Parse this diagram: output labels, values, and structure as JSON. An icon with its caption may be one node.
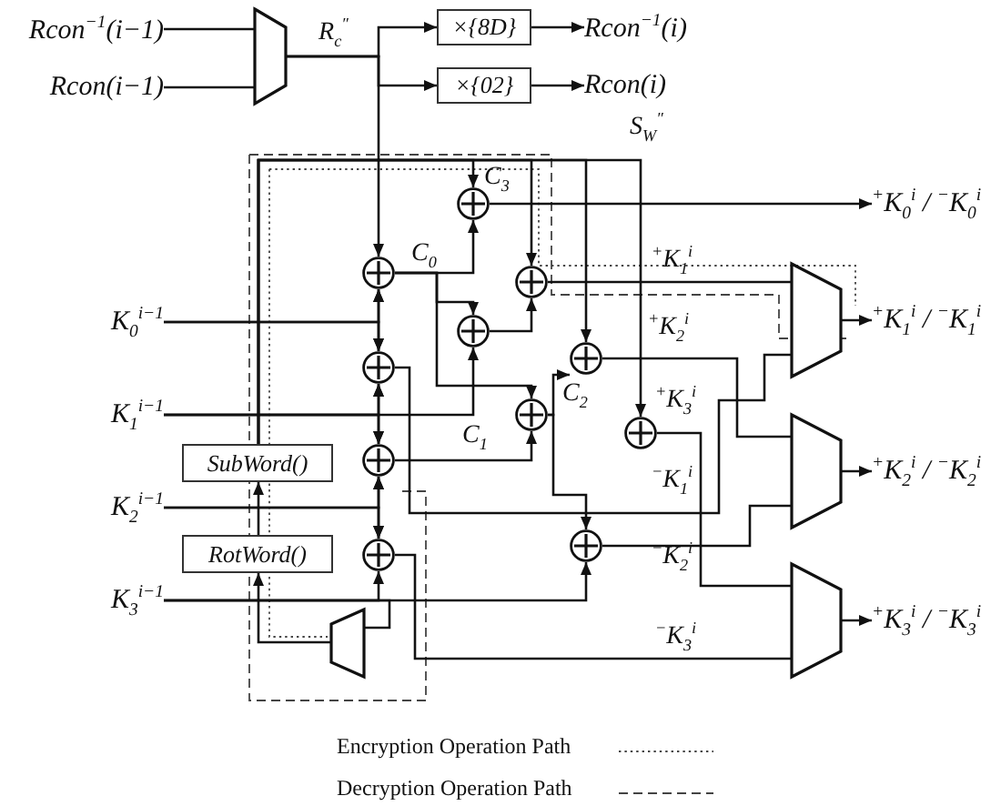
{
  "diagram": {
    "nodes": [
      {
        "text": [
          "Rcon$^{−1}$(i−1)"
        ]
      },
      {
        "text": [
          "Rcon(i−1)"
        ]
      },
      {
        "text": [],
        "shape": "trapezoid"
      },
      {
        "text": [
          "×{8D}"
        ]
      },
      {
        "text": [
          "×{02}"
        ]
      },
      {
        "text": [
          "Rcon$^{−1}$(i)"
        ]
      },
      {
        "text": [
          "Rcon(i)"
        ]
      },
      {
        "text": [],
        "shape": "circle"
      },
      {
        "text": [],
        "shape": "circle"
      },
      {
        "text": [],
        "shape": "circle"
      },
      {
        "text": [],
        "shape": "circle"
      },
      {
        "text": [],
        "shape": "circle"
      },
      {
        "text": [],
        "shape": "circle"
      },
      {
        "text": [],
        "shape": "circle"
      },
      {
        "text": [],
        "shape": "circle"
      },
      {
        "text": [],
        "shape": "circle"
      },
      {
        "text": [],
        "shape": "circle"
      },
      {
        "text": [],
        "shape": "circle"
      },
      {
        "text": [
          "K$_{0}$$^{i−1}$"
        ]
      },
      {
        "text": [
          "K$_{1}$$^{i−1}$"
        ]
      },
      {
        "text": [
          "K$_{2}$$^{i−1}$"
        ]
      },
      {
        "text": [
          "K$_{3}$$^{i−1}$"
        ]
      },
      {
        "text": [
          "SubWord()"
        ]
      },
      {
        "text": [
          "RotWord()"
        ]
      },
      {
        "text": [],
        "shape": "trapezoid"
      },
      {
        "text": [],
        "shape": "trapezoid"
      },
      {
        "text": [],
        "shape": "trapezoid"
      },
      {
        "text": [],
        "shape": "trapezoid"
      },
      {
        "text": [
          "$^{+}$K$_{0}$$^{i}$ / $^{−}$K$_{0}$$^{i}$"
        ]
      },
      {
        "text": [
          "$^{+}$K$_{1}$$^{i}$ / $^{−}$K$_{1}$$^{i}$"
        ]
      },
      {
        "text": [
          "$^{+}$K$_{2}$$^{i}$ / $^{−}$K$_{2}$$^{i}$"
        ]
      },
      {
        "text": [
          "$^{+}$K$_{3}$$^{i}$ / $^{−}$K$_{3}$$^{i}$"
        ]
      }
    ],
    "edges": [
      {
        "from": 0,
        "to": 2,
        "arrow": "none"
      },
      {
        "from": 1,
        "to": 2,
        "arrow": "none"
      },
      {
        "from": 2,
        "to": 3,
        "arrow": "to"
      },
      {
        "from": 2,
        "to": 4,
        "arrow": "to"
      },
      {
        "from": 3,
        "to": 5,
        "arrow": "to"
      },
      {
        "from": 4,
        "to": 6,
        "arrow": "to"
      },
      {
        "from": 2,
        "to": 7,
        "arrow": "to"
      },
      {
        "from": 7,
        "to": 8,
        "arrow": "both"
      },
      {
        "from": 8,
        "to": 9,
        "arrow": "both"
      },
      {
        "from": 9,
        "to": 10,
        "arrow": "both"
      },
      {
        "from": 18,
        "to": 7,
        "arrow": "to"
      },
      {
        "from": 18,
        "to": 8,
        "arrow": "to"
      },
      {
        "from": 19,
        "to": 8,
        "arrow": "to"
      },
      {
        "from": 19,
        "to": 9,
        "arrow": "to"
      },
      {
        "from": 19,
        "to": 12,
        "arrow": "to"
      },
      {
        "from": 20,
        "to": 9,
        "arrow": "to"
      },
      {
        "from": 20,
        "to": 10,
        "arrow": "to"
      },
      {
        "from": 21,
        "to": 10,
        "arrow": "to"
      },
      {
        "from": 21,
        "to": 17,
        "arrow": "to"
      },
      {
        "from": 21,
        "to": 24,
        "arrow": "none"
      },
      {
        "from": 24,
        "to": 23,
        "arrow": "to"
      },
      {
        "from": 23,
        "to": 22,
        "arrow": "to"
      },
      {
        "from": 22,
        "to": 11,
        "arrow": "to"
      },
      {
        "from": 22,
        "to": 13,
        "arrow": "to"
      },
      {
        "from": 22,
        "to": 14,
        "arrow": "to"
      },
      {
        "from": 22,
        "to": 16,
        "arrow": "to"
      },
      {
        "from": 7,
        "to": 11,
        "arrow": "to"
      },
      {
        "from": 7,
        "to": 12,
        "arrow": "to"
      },
      {
        "from": 7,
        "to": 15,
        "arrow": "to"
      },
      {
        "from": 11,
        "to": 28,
        "arrow": "to"
      },
      {
        "from": 12,
        "to": 13,
        "arrow": "to"
      },
      {
        "from": 13,
        "to": 25,
        "arrow": "none"
      },
      {
        "from": 9,
        "to": 15,
        "arrow": "to"
      },
      {
        "from": 15,
        "to": 14,
        "arrow": "to"
      },
      {
        "from": 15,
        "to": 17,
        "arrow": "to"
      },
      {
        "from": 14,
        "to": 26,
        "arrow": "none"
      },
      {
        "from": 8,
        "to": 25,
        "arrow": "none"
      },
      {
        "from": 16,
        "to": 27,
        "arrow": "none"
      },
      {
        "from": 17,
        "to": 26,
        "arrow": "none"
      },
      {
        "from": 10,
        "to": 27,
        "arrow": "none"
      },
      {
        "from": 25,
        "to": 29,
        "arrow": "to"
      },
      {
        "from": 26,
        "to": 30,
        "arrow": "to"
      },
      {
        "from": 27,
        "to": 31,
        "arrow": "to"
      }
    ],
    "labels": [
      "R$_{c}$$^{″}$",
      "S$_{W}$$^{″}$",
      "C$_{3}$",
      "C$_{0}$",
      "$^{+}$K$_{1}$$^{i}$",
      "$^{+}$K$_{2}$$^{i}$",
      "C$_{2}$",
      "$^{+}$K$_{3}$$^{i}$",
      "C$_{1}$",
      "$^{−}$K$_{1}$$^{i}$",
      "$^{−}$K$_{2}$$^{i}$",
      "$^{−}$K$_{3}$$^{i}$"
    ],
    "legend": [
      {
        "text": "Encryption Operation Path"
      },
      {
        "text": "Decryption Operation Path"
      }
    ]
  }
}
